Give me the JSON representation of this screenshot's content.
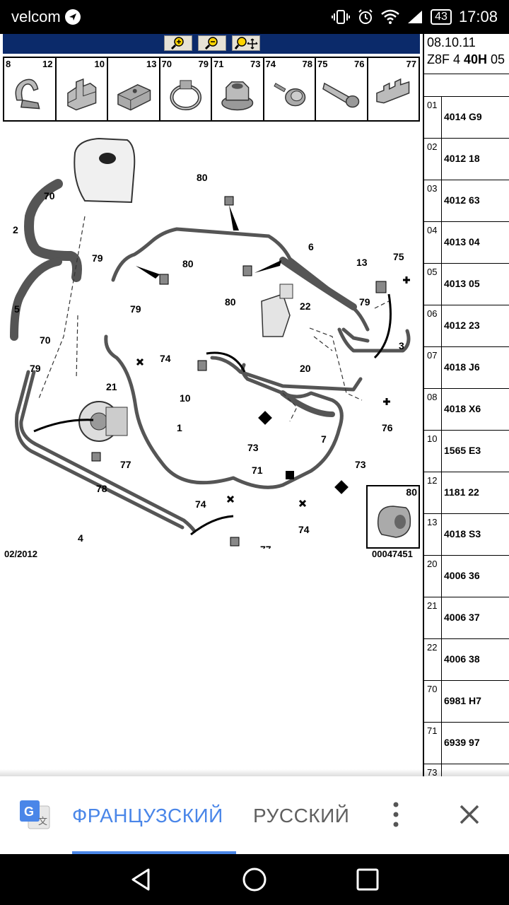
{
  "status_bar": {
    "carrier": "velcom",
    "battery": "43",
    "time": "17:08"
  },
  "toolbar": {
    "zoom_in_icon": "zoom-in-icon",
    "zoom_out_icon": "zoom-out-icon",
    "zoom_move_icon": "zoom-move-icon"
  },
  "parts_strip": [
    {
      "left": "8",
      "right": "12"
    },
    {
      "left": "",
      "right": "10"
    },
    {
      "left": "",
      "right": "13"
    },
    {
      "left": "70",
      "right": "79"
    },
    {
      "left": "71",
      "right": "73"
    },
    {
      "left": "74",
      "right": "78"
    },
    {
      "left": "75",
      "right": "76"
    },
    {
      "left": "",
      "right": "77"
    }
  ],
  "diagram": {
    "labels": [
      "80",
      "70",
      "2",
      "79",
      "80",
      "6",
      "13",
      "75",
      "5",
      "80",
      "79",
      "79",
      "22",
      "70",
      "3",
      "74",
      "21",
      "20",
      "79",
      "10",
      "1",
      "76",
      "73",
      "7",
      "77",
      "71",
      "73",
      "78",
      "4",
      "74",
      "74",
      "77",
      "78"
    ],
    "date": "02/2012",
    "ref": "00047451",
    "inset_label": "80"
  },
  "side_panel": {
    "date": "08.10.11",
    "model_prefix": "Z8F 4 ",
    "model_bold": "40H",
    "model_suffix": " 05",
    "rows": [
      {
        "idx": "01",
        "code": "4014 G9"
      },
      {
        "idx": "02",
        "code": "4012 18"
      },
      {
        "idx": "03",
        "code": "4012 63"
      },
      {
        "idx": "04",
        "code": "4013 04"
      },
      {
        "idx": "05",
        "code": "4013 05"
      },
      {
        "idx": "06",
        "code": "4012 23"
      },
      {
        "idx": "07",
        "code": "4018 J6"
      },
      {
        "idx": "08",
        "code": "4018 X6"
      },
      {
        "idx": "10",
        "code": "1565 E3"
      },
      {
        "idx": "12",
        "code": "1181 22"
      },
      {
        "idx": "13",
        "code": "4018 S3"
      },
      {
        "idx": "20",
        "code": "4006 36"
      },
      {
        "idx": "21",
        "code": "4006 37"
      },
      {
        "idx": "22",
        "code": "4006 38"
      },
      {
        "idx": "70",
        "code": "6981 H7"
      },
      {
        "idx": "71",
        "code": "6939 97"
      },
      {
        "idx": "73",
        "code": ""
      }
    ]
  },
  "translate_bar": {
    "source_lang": "ФРАНЦУЗСКИЙ",
    "target_lang": "РУССКИЙ"
  }
}
